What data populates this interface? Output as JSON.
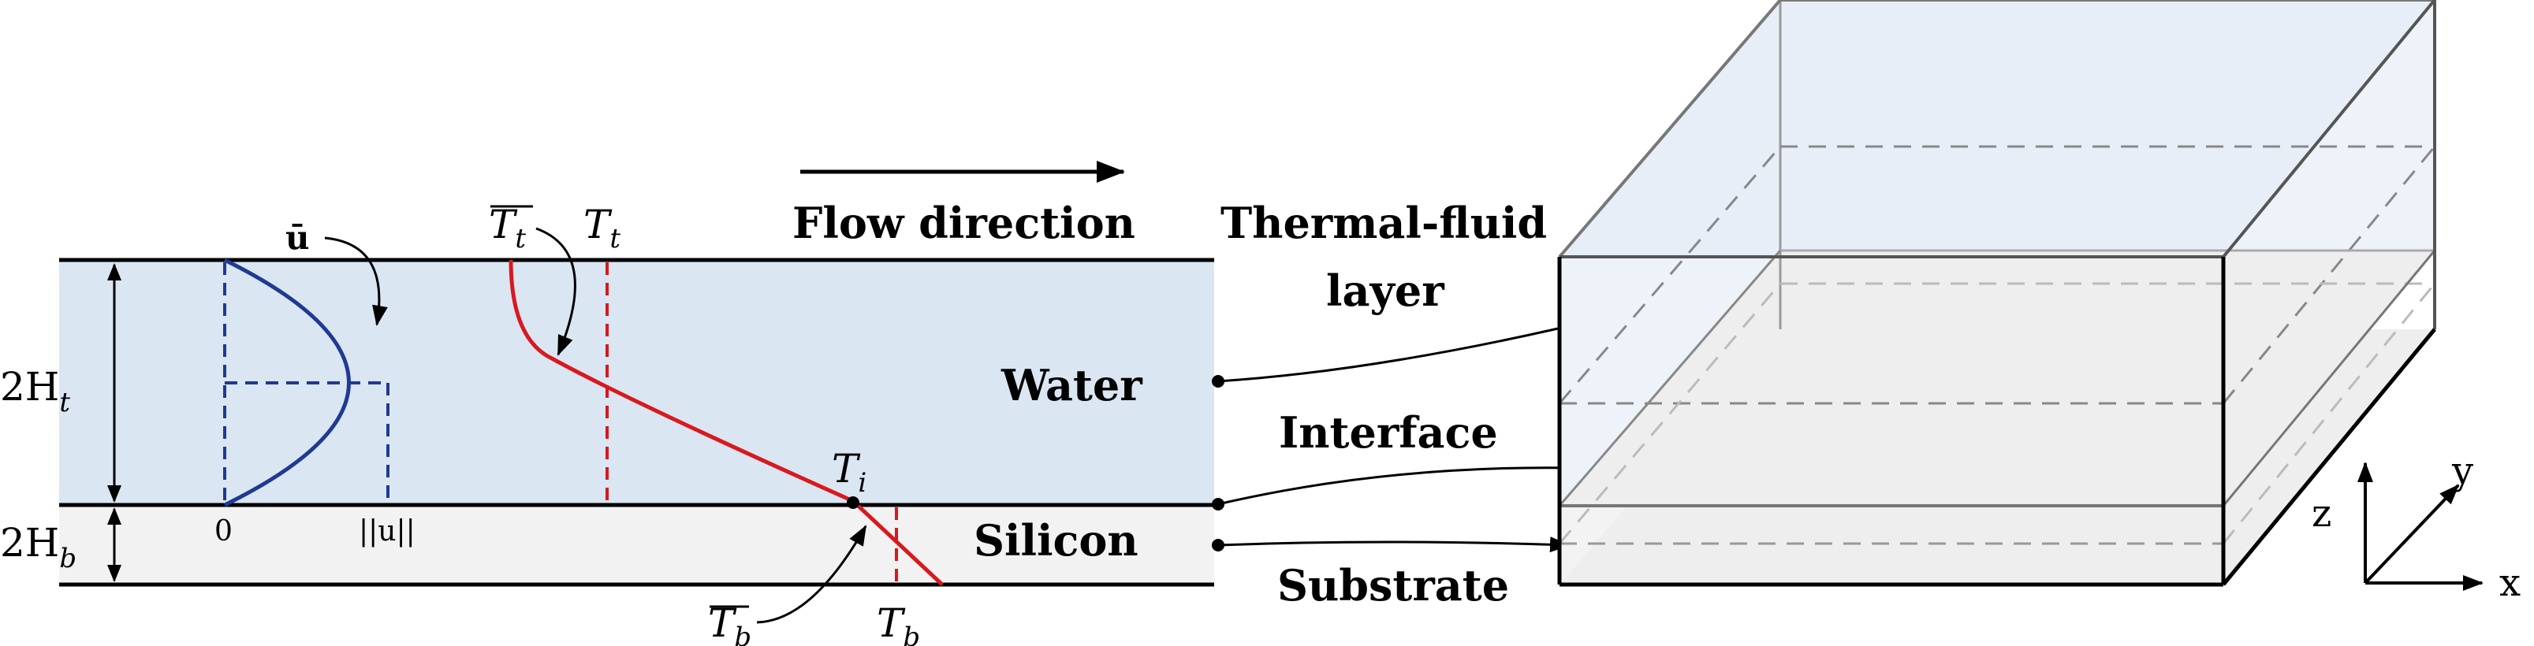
{
  "labels": {
    "flow_direction": "Flow direction",
    "thermal_fluid": "Thermal-fluid",
    "layer": "layer",
    "water": "Water",
    "interface": "Interface",
    "silicon": "Silicon",
    "substrate": "Substrate",
    "u_bar": "ū",
    "zero": "0",
    "u_norm": "||u||",
    "tt_bar_sym": "T",
    "tt_sym": "T",
    "t_sub": "t",
    "ti_sym": "T",
    "i_sub": "i",
    "tb_bar_sym": "T",
    "tb_sym": "T",
    "b_sub": "b",
    "two_ht": "2H",
    "two_hb": "2H",
    "axis_x": "x",
    "axis_y": "y",
    "axis_z": "z"
  },
  "colors": {
    "water_fill": "#dae6f2",
    "silicon_fill": "#f2f2f2",
    "velocity_blue": "#1f3a93",
    "temperature_red": "#d8191e",
    "box_top_fill": "#e8eef7",
    "box_bottom_fill": "#eeeeee",
    "outline": "#555555"
  },
  "icons": {
    "flow_arrow": "right-arrow-icon"
  }
}
